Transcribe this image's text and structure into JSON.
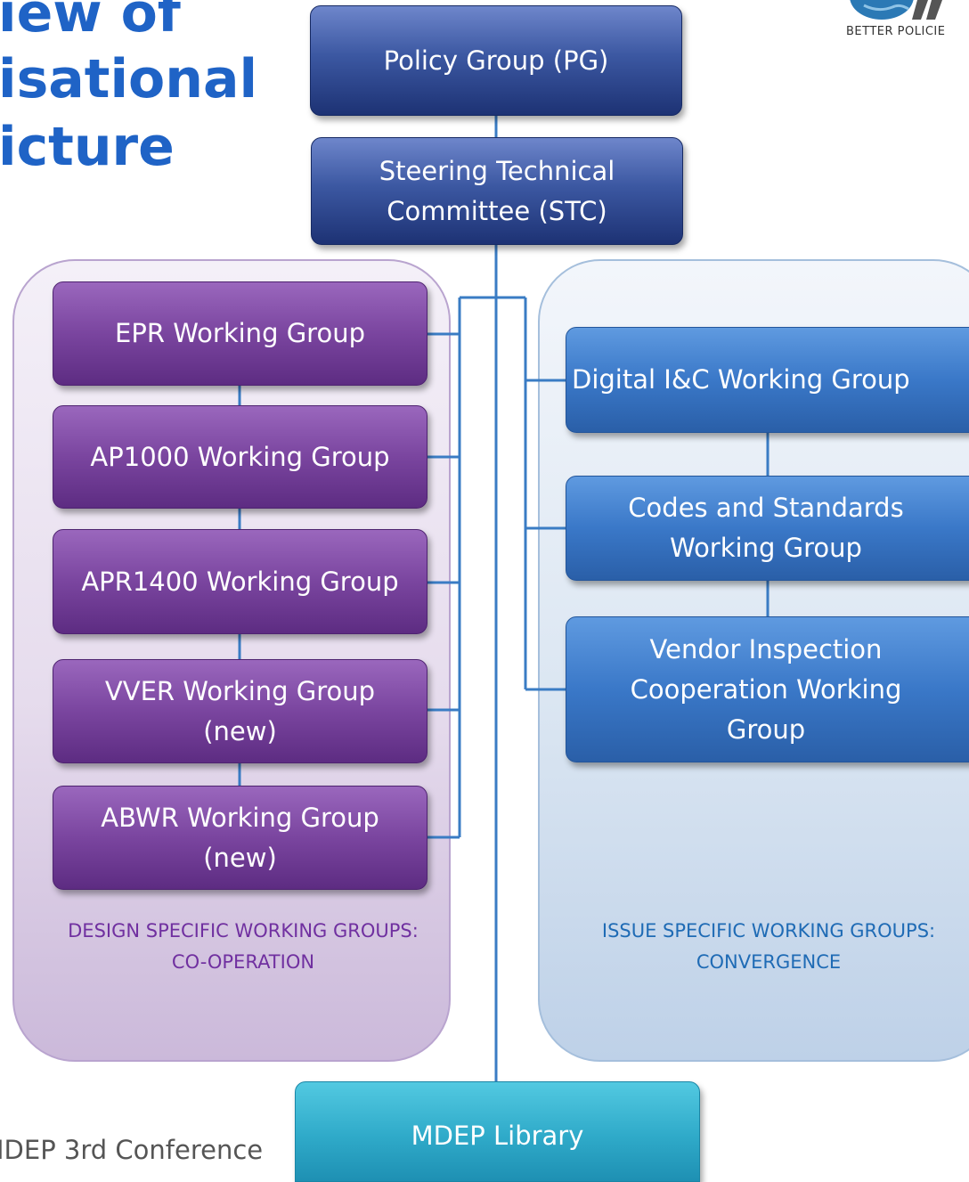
{
  "title": {
    "line1": "iew of",
    "line2": "isational",
    "line3": "icture"
  },
  "logo": {
    "tagline": "BETTER POLICIE"
  },
  "top": {
    "policy_group": "Policy Group (PG)",
    "steering_committee": "Steering Technical Committee (STC)"
  },
  "design_groups": {
    "items": [
      {
        "label": "EPR Working Group"
      },
      {
        "label": "AP1000 Working Group"
      },
      {
        "label": "APR1400 Working Group"
      },
      {
        "label": "VVER Working Group (new)"
      },
      {
        "label": "ABWR Working Group (new)"
      }
    ],
    "caption_line1": "DESIGN SPECIFIC WORKING GROUPS:",
    "caption_line2": "CO-OPERATION",
    "caption_color": "#7030a0"
  },
  "issue_groups": {
    "items": [
      {
        "label": "Digital I&C Working Group"
      },
      {
        "label": "Codes and Standards Working Group"
      },
      {
        "label": "Vendor Inspection Cooperation Working Group"
      }
    ],
    "caption_line1": "ISSUE SPECIFIC WORKING GROUPS:",
    "caption_line2": "CONVERGENCE",
    "caption_color": "#1f6bb5"
  },
  "library": {
    "label": "MDEP Library"
  },
  "footer": {
    "text": "IDEP 3rd Conference"
  },
  "colors": {
    "title": "#1f63c6",
    "connector": "#3a7cc4"
  }
}
